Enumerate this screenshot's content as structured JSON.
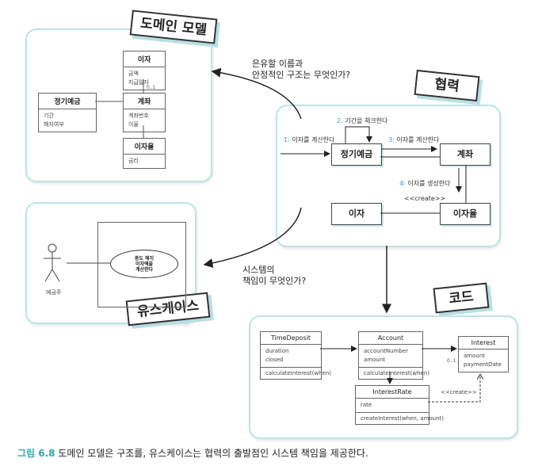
{
  "panels": {
    "domain_model": {
      "tag": "도메인 모델"
    },
    "collaboration": {
      "tag": "협력"
    },
    "usecase": {
      "tag": "유스케이스"
    },
    "code": {
      "tag": "코드"
    }
  },
  "domain_model": {
    "interest": {
      "name": "이자",
      "attrs": [
        "금액",
        "지급일자"
      ]
    },
    "deposit": {
      "name": "정기예금",
      "attrs": [
        "기간",
        "해지여부"
      ]
    },
    "account": {
      "name": "계좌",
      "attrs": [
        "계좌번호",
        "이율"
      ]
    },
    "rate": {
      "name": "이자율",
      "attrs": [
        "금리"
      ]
    },
    "multiplicity": "0..1"
  },
  "questions": {
    "structure": [
      "은유할 이름과",
      "안정적인 구조는 무엇인가?"
    ],
    "responsibility": [
      "시스템의",
      "책임이 무엇인가?"
    ]
  },
  "collaboration": {
    "objects": {
      "deposit": "정기예금",
      "account": "계좌",
      "interest": "이자",
      "rate": "이자율"
    },
    "messages": [
      {
        "num": "1:",
        "text": "이자를 계산한다"
      },
      {
        "num": "2:",
        "text": "기간을 체크한다"
      },
      {
        "num": "3:",
        "text": "이자를 계산한다"
      },
      {
        "num": "4:",
        "text": "이자를 생성한다"
      }
    ],
    "create_label": "<<create>>"
  },
  "usecase": {
    "actor": "예금주",
    "usecase_lines": [
      "중도 해지",
      "이자액을",
      "계산한다"
    ]
  },
  "code": {
    "time_deposit": {
      "name": "TimeDeposit",
      "attrs": [
        "duration",
        "closed"
      ],
      "ops": [
        "calculateInterest(when)"
      ]
    },
    "account": {
      "name": "Account",
      "attrs": [
        "accountNumber",
        "amount"
      ],
      "ops": [
        "calculateInterest(when)"
      ]
    },
    "interest": {
      "name": "Interest",
      "attrs": [
        "amount",
        "paymentDate"
      ]
    },
    "interest_rate": {
      "name": "InterestRate",
      "attrs": [
        "rate"
      ],
      "ops": [
        "createInterest(when, amount)"
      ]
    },
    "create_label": "<<create>>",
    "multiplicity": "0..1"
  },
  "caption": {
    "label": "그림 6.8",
    "text": "도메인 모델은 구조를, 유스케이스는 협력의 출발점인 시스템 책임을 제공한다."
  },
  "colors": {
    "accent": "#2aa7b0",
    "panel_border": "#bfe3e6"
  }
}
